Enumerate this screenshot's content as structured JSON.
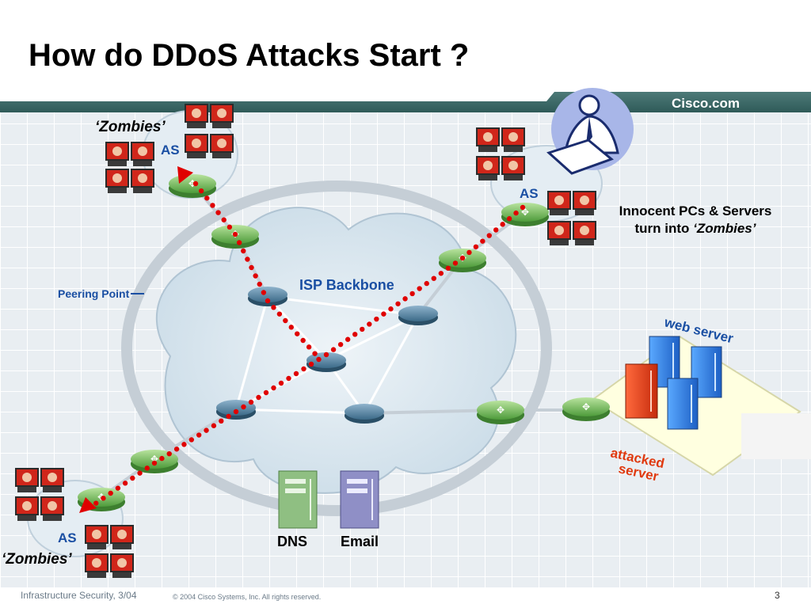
{
  "slide": {
    "title": "How do DDoS Attacks Start ?",
    "brand": "Cisco.com"
  },
  "diagram": {
    "zombies_top_label": "‘Zombies’",
    "zombies_bottom_label": "‘Zombies’",
    "as_label": "AS",
    "peering_point_label": "Peering Point",
    "isp_backbone_label": "ISP Backbone",
    "web_server_label": "web server",
    "attacked_server_label_1": "attacked",
    "attacked_server_label_2": "server",
    "innocent_line1": "Innocent PCs & Servers",
    "innocent_line2_prefix": "turn into",
    "innocent_line2_em": "‘Zombies’",
    "dns_label": "DNS",
    "email_label": "Email"
  },
  "footer": {
    "left": "Infrastructure Security, 3/04",
    "copyright": "© 2004 Cisco Systems, Inc. All rights reserved.",
    "page_number": "3"
  },
  "colors": {
    "band": "#3f6e6c",
    "attack_dots": "#e00000",
    "router_green": "#7cc36a",
    "router_blue": "#4f7f9c",
    "cloud": "#dbe8f1"
  }
}
